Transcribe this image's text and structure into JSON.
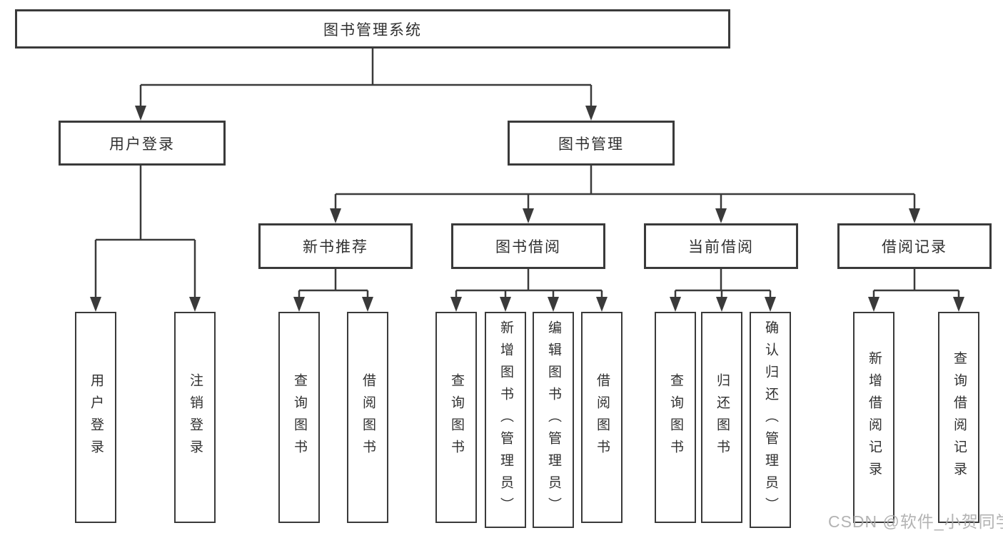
{
  "tree": {
    "root": {
      "label": "图书管理系统"
    },
    "branches": [
      {
        "label": "用户登录",
        "children": [
          {
            "label": "用户登录"
          },
          {
            "label": "注销登录"
          }
        ]
      },
      {
        "label": "图书管理",
        "children": [
          {
            "label": "新书推荐",
            "children": [
              {
                "label": "查询图书"
              },
              {
                "label": "借阅图书"
              }
            ]
          },
          {
            "label": "图书借阅",
            "children": [
              {
                "label": "查询图书"
              },
              {
                "label": "新增图书（管理员）"
              },
              {
                "label": "编辑图书（管理员）"
              },
              {
                "label": "借阅图书"
              }
            ]
          },
          {
            "label": "当前借阅",
            "children": [
              {
                "label": "查询图书"
              },
              {
                "label": "归还图书"
              },
              {
                "label": "确认归还（管理员）"
              }
            ]
          },
          {
            "label": "借阅记录",
            "children": [
              {
                "label": "新增借阅记录"
              },
              {
                "label": "查询借阅记录"
              }
            ]
          }
        ]
      }
    ]
  },
  "watermark": "CSDN @软件_小贺同学",
  "colors": {
    "line": "#3a3a3a",
    "box_border": "#3a3a3a",
    "text": "#303030",
    "background": "#ffffff",
    "watermark": "#ababab"
  }
}
